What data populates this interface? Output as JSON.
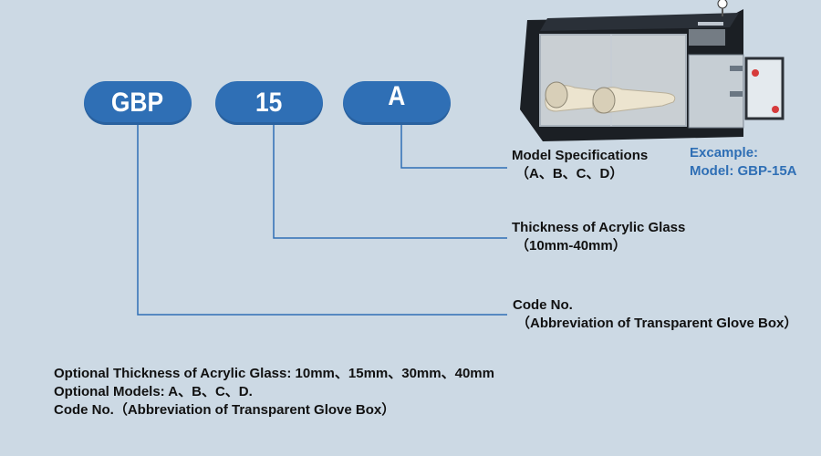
{
  "code_pills": {
    "code": "GBP",
    "thickness": "15",
    "model": "A"
  },
  "descriptions": {
    "model_spec": {
      "title": "Model Specifications",
      "sub": "（A、B、C、D）"
    },
    "thickness": {
      "title": "Thickness of Acrylic Glass",
      "sub": "（10mm-40mm）"
    },
    "code_no": {
      "title": "Code No.",
      "sub": "（Abbreviation of Transparent Glove Box）"
    }
  },
  "example": {
    "line1": "Excample:",
    "line2": "Model: GBP-15A"
  },
  "notes": {
    "line1": "Optional Thickness of Acrylic Glass: 10mm、15mm、30mm、40mm",
    "line2": "Optional Models: A、B、C、D.",
    "line3": "Code No.（Abbreviation of Transparent Glove Box）"
  },
  "colors": {
    "background": "#ccd9e4",
    "pill": "#2f6fb5",
    "connector": "#2f6fb5",
    "example_text": "#2f6fb5"
  },
  "icons": {
    "product_image": "acrylic-glove-box-image"
  }
}
